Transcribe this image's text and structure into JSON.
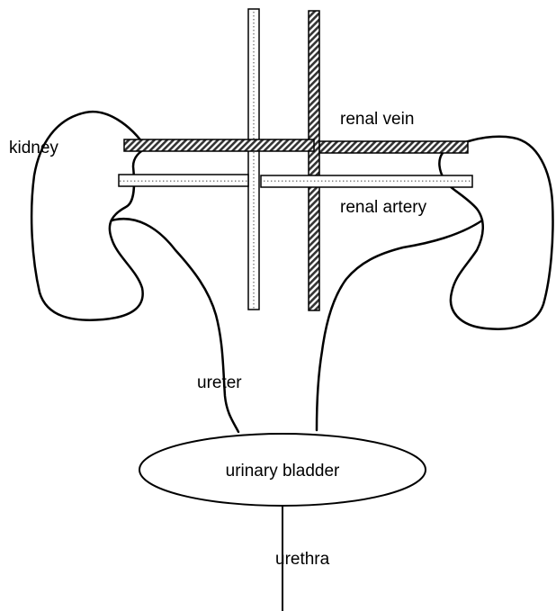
{
  "labels": {
    "kidney": "kidney",
    "renal_vein": "renal vein",
    "renal_artery": "renal artery",
    "ureter": "ureter",
    "urinary_bladder": "urinary bladder",
    "urethra": "urethra"
  },
  "colors": {
    "stroke": "#000000",
    "vein_hatch": "#333333",
    "artery_dot": "#777777",
    "background": "#ffffff"
  }
}
